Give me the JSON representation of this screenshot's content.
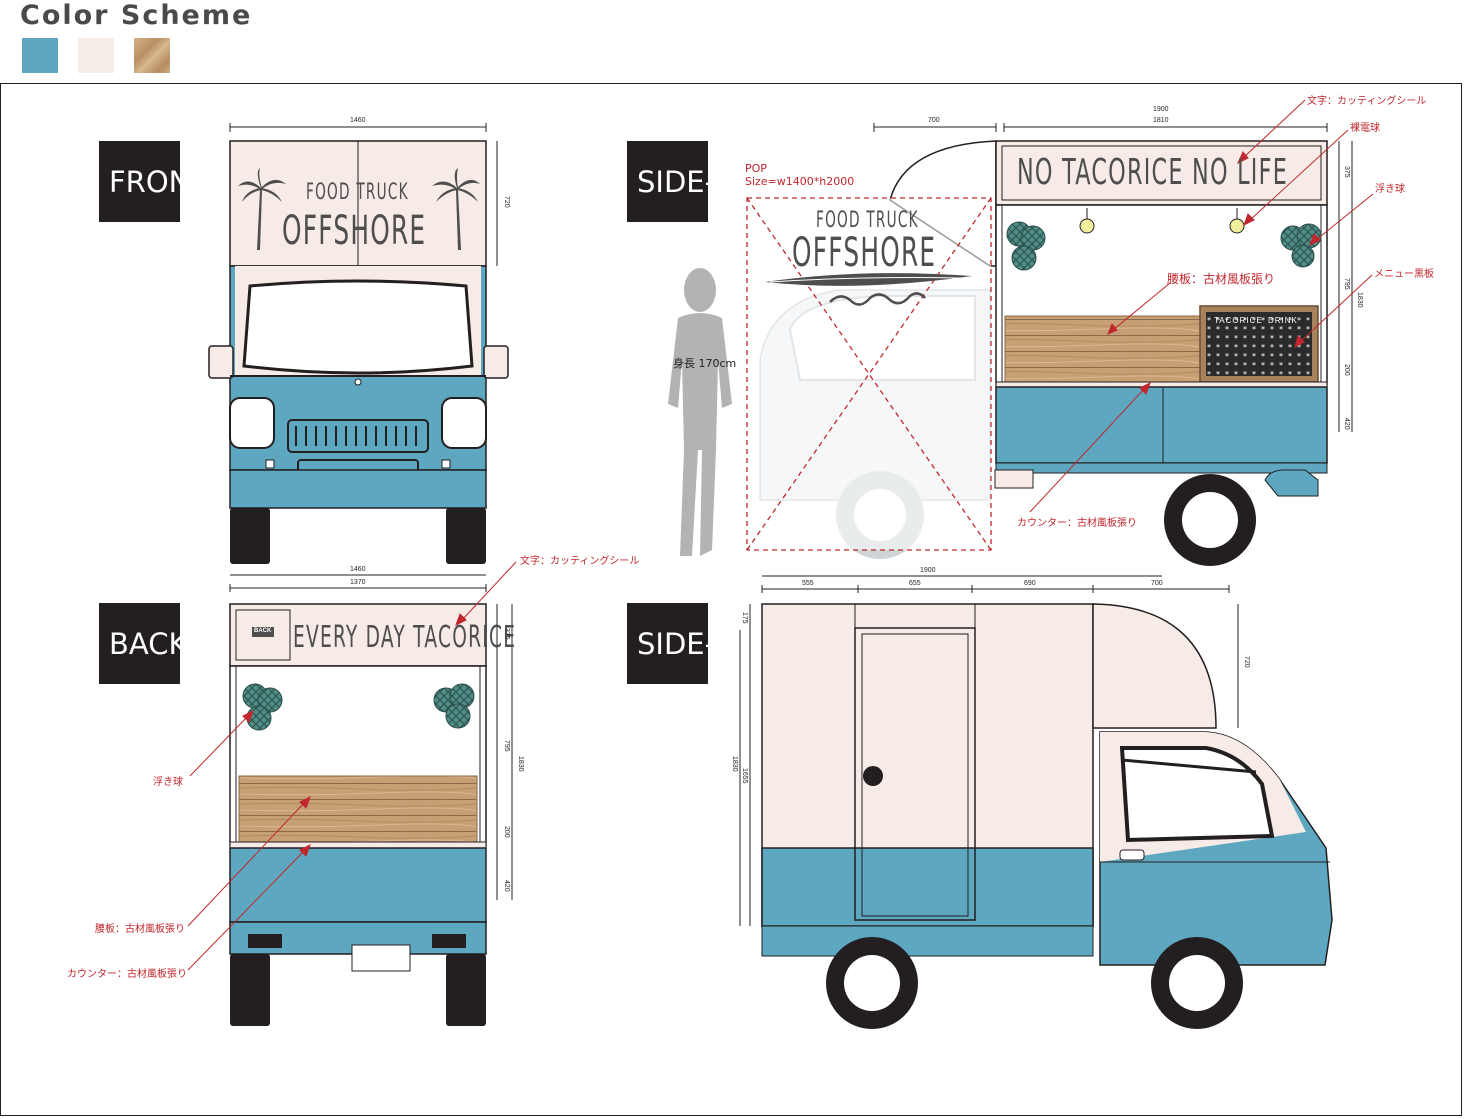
{
  "header": {
    "title": "Color Scheme",
    "swatches": [
      {
        "name": "blue",
        "color": "#5ea7c0"
      },
      {
        "name": "cream",
        "color": "#f7ede8"
      },
      {
        "name": "wood",
        "color": "#c9a47a"
      }
    ]
  },
  "colors": {
    "body_blue": "#5ea7c0",
    "cream": "#f6ebe6",
    "wood": "#c79f74",
    "annotation_red": "#c1272d",
    "label_black": "#231f20"
  },
  "views": {
    "front": {
      "label": "FRON",
      "sign_line1": "FOOD TRUCK",
      "sign_line2": "OFFSHORE",
      "dim_width": "1460",
      "dim_height": "720"
    },
    "side_top": {
      "label": "SIDE-",
      "sign": "NO TACORICE NO LIFE",
      "pop_title": "POP",
      "pop_size": "Size=w1400*h2000",
      "pop_line1": "FOOD TRUCK",
      "pop_line2": "OFFSHORE",
      "person_height": "身長 170cm",
      "menu_left": "TACORICE",
      "menu_right": "DRINK",
      "dims": {
        "cab": "700",
        "box_total": "1900",
        "box_inner": "1810",
        "h1": "375",
        "h2": "795",
        "h3": "200",
        "h4": "420",
        "h_total": "1830"
      },
      "annotations": {
        "cutting_seal": "文字：カッティングシール",
        "bare_bulb": "裸電球",
        "float_ball": "浮き球",
        "menu_board": "メニュー黒板",
        "waist_board": "腰板：古材風板張り",
        "counter": "カウンター：古材風板張り"
      }
    },
    "back": {
      "label": "BACK",
      "sign": "EVERY DAY TACORICE",
      "badge": "BACK",
      "dims": {
        "w1": "1460",
        "w2": "1370",
        "h1": "375",
        "h2": "795",
        "h3": "200",
        "h4": "420",
        "h_total": "1830"
      },
      "annotations": {
        "cutting_seal": "文字：カッティングシール",
        "float_ball": "浮き球",
        "waist_board": "腰板：古材風板張り",
        "counter": "カウンター：古材風板張り"
      }
    },
    "side_bottom": {
      "label": "SIDE-",
      "dims": {
        "total": "1900",
        "d1": "555",
        "d2": "655",
        "d3": "690",
        "d4": "700",
        "h_top": "175",
        "h_cab": "720",
        "h_total": "1830",
        "h_door": "1655"
      }
    }
  }
}
